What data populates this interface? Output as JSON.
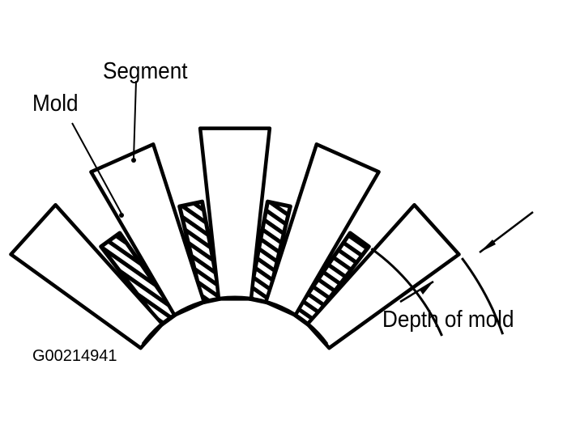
{
  "labels": {
    "segment": "Segment",
    "mold": "Mold",
    "depth_of_mold": "Depth of mold"
  },
  "figure_code": "G00214941",
  "colors": {
    "ink": "#000000",
    "paper": "#ffffff"
  }
}
